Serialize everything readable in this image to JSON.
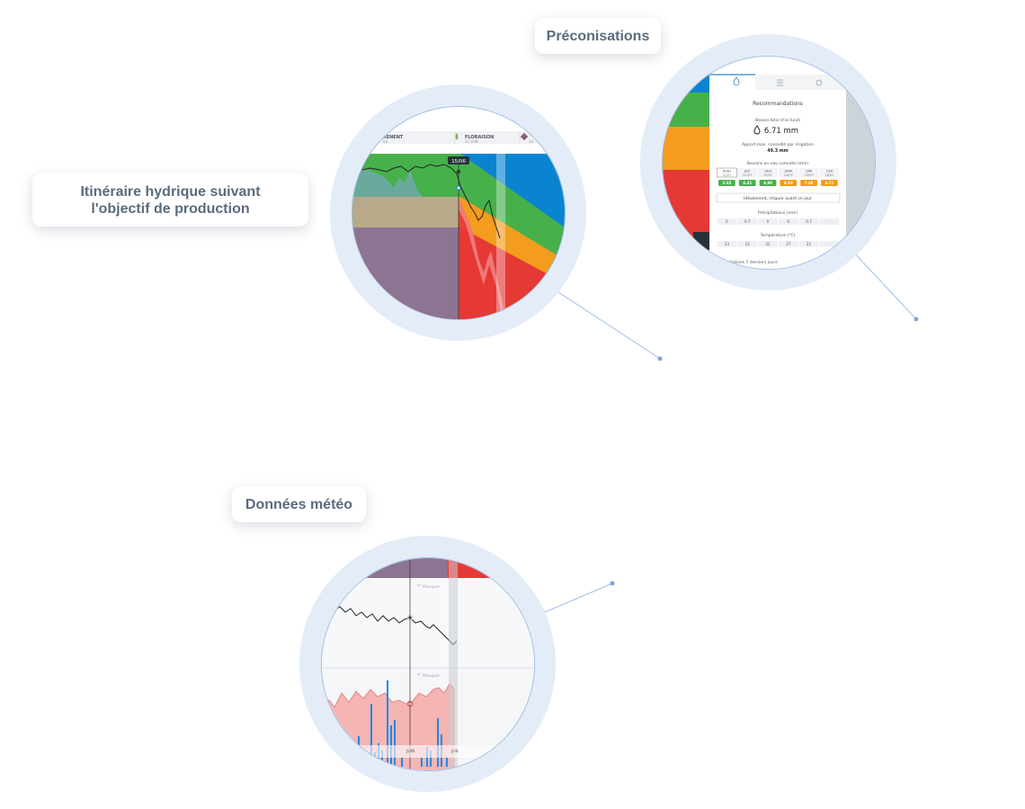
{
  "labels": {
    "preconisations": "Préconisations",
    "itineraire_line1": "Itinéraire hydrique suivant",
    "itineraire_line2": "l'objectif de production",
    "meteo": "Données météo"
  },
  "water_chart": {
    "stage_left": "RRENENT",
    "stage_left_sub": "...04",
    "stage_right": "FLORAISON",
    "stage_right_sub": "11 JUIN",
    "stage_far_sub": "20",
    "date_marker": "15/06"
  },
  "panel": {
    "title": "Recommandations",
    "need_label": "Besoin total d'ici lundi",
    "need_value": "6.71 mm",
    "max_label": "Apport max. conseillé par irrigation",
    "max_value": "49.3 mm",
    "cumul_label": "Besoins en eau cumulés (mm)",
    "days": [
      {
        "day": "AUJD",
        "date": "11/07",
        "value": "2.65",
        "color": "#4caf50"
      },
      {
        "day": "JEU",
        "date": "12/07",
        "value": "4.41",
        "color": "#4caf50"
      },
      {
        "day": "VEN",
        "date": "13/07",
        "value": "4.98",
        "color": "#4caf50"
      },
      {
        "day": "SAM",
        "date": "14/07",
        "value": "6.19",
        "color": "#f39c12"
      },
      {
        "day": "DIM",
        "date": "15/07",
        "value": "7.48",
        "color": "#f39c12"
      },
      {
        "day": "LUN",
        "date": "16/07",
        "value": "6.71",
        "color": "#f39c12"
      }
    ],
    "advice_button": "Idéalement, irriguer avant ce jour",
    "precip_label": "Précipitations (mm)",
    "precip_values": [
      "0",
      "0.7",
      "0",
      "0",
      "0.7",
      "-"
    ],
    "temp_label": "Température (°C)",
    "temp_values": [
      "23",
      "23",
      "22",
      "27",
      "21",
      "-"
    ],
    "last7_label": "...itations 7 derniers jours"
  },
  "weather_chart": {
    "mask_label_1": "Masquer",
    "mask_label_2": "Masquer",
    "axis_left": "...I",
    "axis_mid": "JUIN",
    "axis_right": "JUIL"
  },
  "colors": {
    "ring": "#e4ecf8",
    "blue": "#0a84d0",
    "green": "#46b14b",
    "orange": "#f39c1e",
    "red": "#e53935",
    "purple": "#8c7492",
    "teal": "#6aaa9c"
  }
}
